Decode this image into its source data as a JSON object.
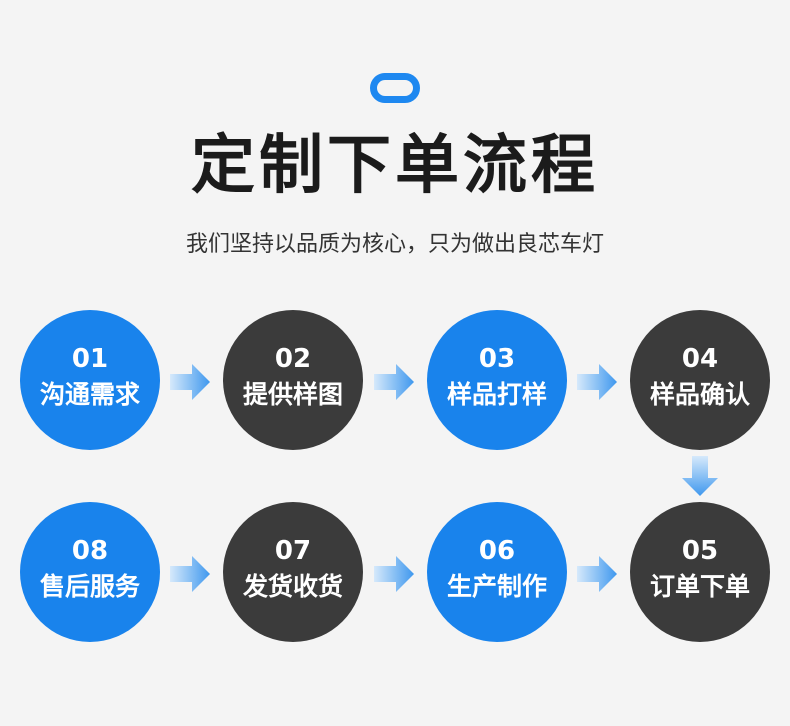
{
  "header": {
    "title": "定制下单流程",
    "subtitle": "我们坚持以品质为核心，只为做出良芯车灯"
  },
  "steps": [
    {
      "num": "01",
      "label": "沟通需求"
    },
    {
      "num": "02",
      "label": "提供样图"
    },
    {
      "num": "03",
      "label": "样品打样"
    },
    {
      "num": "04",
      "label": "样品确认"
    },
    {
      "num": "05",
      "label": "订单下单"
    },
    {
      "num": "06",
      "label": "生产制作"
    },
    {
      "num": "07",
      "label": "发货收货"
    },
    {
      "num": "08",
      "label": "售后服务"
    }
  ],
  "colors": {
    "accent": "#1983ec",
    "dark": "#3b3b3b",
    "background": "#f4f4f4",
    "arrow": "#4a9ff0"
  }
}
